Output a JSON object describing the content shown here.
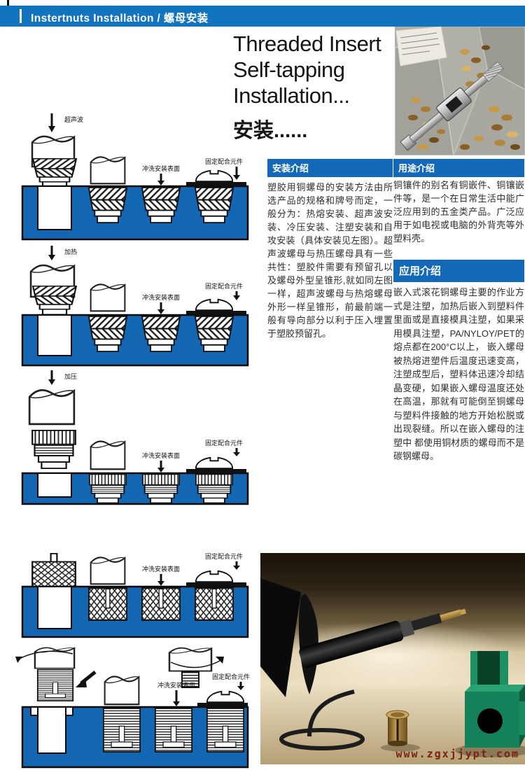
{
  "header": {
    "title": "Instertnuts Installation / 螺母安装"
  },
  "hero": {
    "line1": "Threaded Insert",
    "line2": "Self-tapping",
    "line3": "Installation...",
    "line4": "安装......"
  },
  "boxes": {
    "install": {
      "heading": "安装介绍",
      "body": "塑胶用铜螺母的安装方法由所选产品的规格和牌号而定，一般分为：热熔安装、超声波安装、冷压安装、注塑安装和自攻安装（具体安装见左图）。超声波螺母与热压螺母具有一些共性：塑胶件需要有预留孔以及螺母外型呈锥形,就如同左图一样，超声波螺母与热熔螺母外形一样呈锥形，前最前端一般有导向部分以利于压入埋置于塑胶预留孔。"
    },
    "usage": {
      "heading": "用途介绍",
      "body": "铜镶件的别名有铜嵌件、铜镶嵌件等，是一个在日常生活中能广泛应用到的五金类产品。广泛应用于如电视或电脑的外背壳等外塑料壳。"
    },
    "application": {
      "heading": "应用介绍",
      "body": "嵌入式滚花铜螺母主要的作业方式是注塑，加热后嵌入到塑料件里面或是直接模具注塑，如果采用模具注塑，PA/NYLOY/PET的熔点都在200°C以上， 嵌入螺母被热熔进塑件后温度迅速变高，注塑成型后，塑料体迅速冷却结晶变硬，如果嵌入螺母温度还处在高温，那就有可能倒至铜螺母与塑料件接触的地方开始松脱或出现裂缝。所以在嵌入螺母的注塑中 都使用铜材质的螺母而不是碳钢螺母。"
    }
  },
  "diagrams": {
    "ultrasonic_label": "超声波",
    "heat_label": "加热",
    "press_label": "加压",
    "surface_label": "冲洗安装表面",
    "component_label": "固定配合元件"
  },
  "photos": {
    "top": "inserts-box-with-tap-wrench",
    "bottom": "heat-install-tool-insert-green-part",
    "watermark": "www.zgxjjypt.com"
  },
  "colors": {
    "header_blue": "#1273BE",
    "heading_blue": "#1468B8",
    "block_blue": "#1366B2",
    "watermark_red": "#7c2012",
    "brass": "#b08a44",
    "green_part": "#15815a"
  }
}
